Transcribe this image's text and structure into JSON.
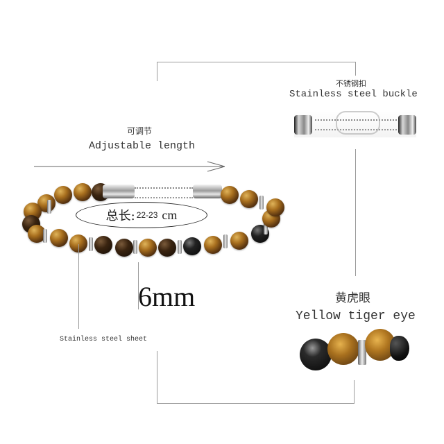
{
  "labels": {
    "adjustable_cn": "可调节",
    "adjustable_en": "Adjustable length",
    "buckle_cn": "不锈钢扣",
    "buckle_en": "Stainless steel buckle",
    "length_cn": "总长:",
    "length_value": "22-23",
    "length_unit": "cm",
    "bead_size": "6mm",
    "sheet_en": "Stainless steel sheet",
    "tiger_cn": "黄虎眼",
    "tiger_en": "Yellow tiger eye"
  },
  "colors": {
    "background": "#ffffff",
    "lines": "#9a9a9a",
    "text": "#333333",
    "tiger_eye_gold": "#a86f1e"
  },
  "icons": {
    "arrow": "right-arrow-icon"
  }
}
